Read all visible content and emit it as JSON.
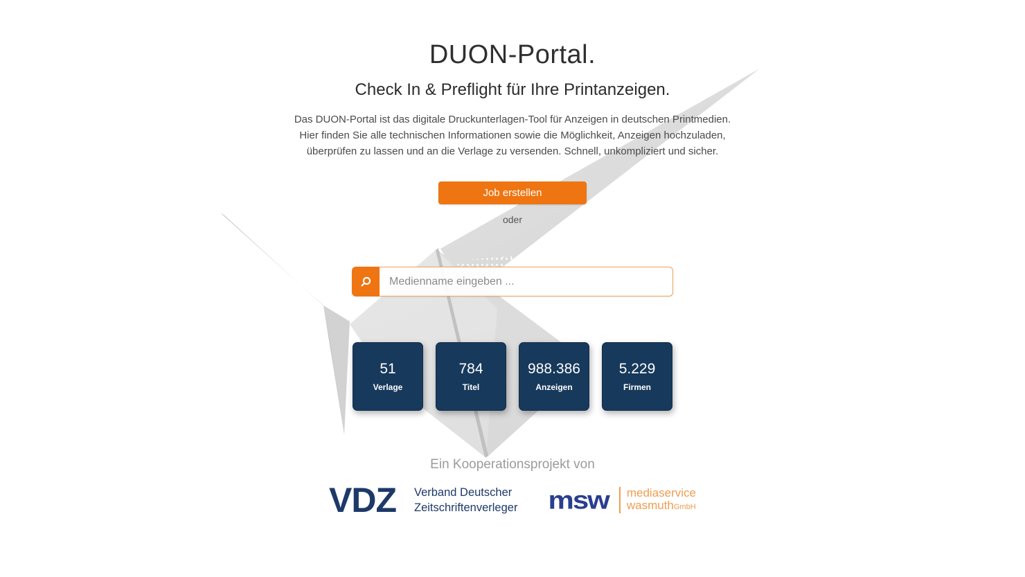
{
  "hero": {
    "title": "DUON-Portal.",
    "subtitle": "Check In & Preflight für Ihre Printanzeigen.",
    "description_lines": [
      "Das DUON-Portal ist das digitale Druckunterlagen-Tool für Anzeigen in deutschen Printmedien.",
      "Hier finden Sie alle technischen Informationen sowie die Möglichkeit, Anzeigen hochzuladen,",
      "überprüfen zu lassen und an die Verlage zu versenden. Schnell, unkompliziert und sicher."
    ],
    "cta_label": "Job erstellen",
    "or_label": "oder"
  },
  "search": {
    "placeholder": "Medienname eingeben ...",
    "icon": "magnifier-icon"
  },
  "stats": [
    {
      "value": "51",
      "label": "Verlage"
    },
    {
      "value": "784",
      "label": "Titel"
    },
    {
      "value": "988.386",
      "label": "Anzeigen"
    },
    {
      "value": "5.229",
      "label": "Firmen"
    }
  ],
  "footer": {
    "heading": "Ein Kooperationsprojekt von",
    "vdz": {
      "abbr": "VDZ",
      "line1": "Verband Deutscher",
      "line2": "Zeitschriftenverleger"
    },
    "msw": {
      "abbr": "msw",
      "line1": "mediaservice",
      "line2": "wasmuth",
      "suffix": "GmbH"
    }
  },
  "colors": {
    "accent-orange": "#EE7511",
    "accent-orange-light": "#F0A25B",
    "navy-box": "#17395C",
    "logo-navy": "#1D3968",
    "logo-blue": "#2A3E8F",
    "logo-orange": "#EE9D50"
  }
}
